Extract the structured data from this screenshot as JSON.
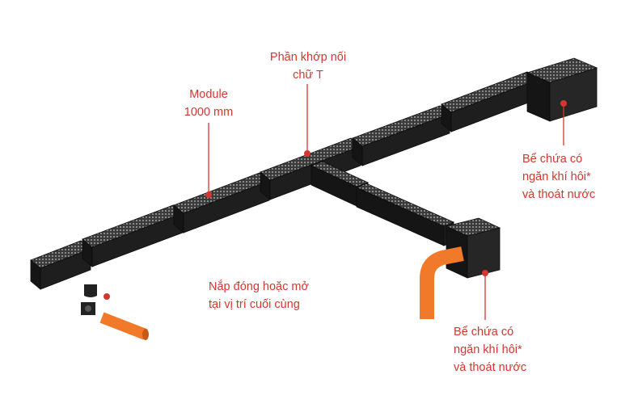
{
  "colors": {
    "accent": "#d5362f",
    "channel": "#1b1b1b",
    "grating": "#4a4a4a",
    "pipe": "#f07a2a"
  },
  "labels": {
    "module": {
      "line1": "Module",
      "line2": "1000 mm"
    },
    "t_joint": {
      "line1": "Phần khớp nối",
      "line2": "chữ T"
    },
    "tank_top": {
      "line1": "Bể chứa có",
      "line2": "ngăn khí hôi*",
      "line3": "và thoát nước"
    },
    "tank_bottom": {
      "line1": "Bể chứa có",
      "line2": "ngăn khí hôi*",
      "line3": "và thoát nước"
    },
    "end_cap": {
      "line1": "Nắp đóng hoặc mở",
      "line2": "tại vị trí cuối cùng"
    }
  }
}
